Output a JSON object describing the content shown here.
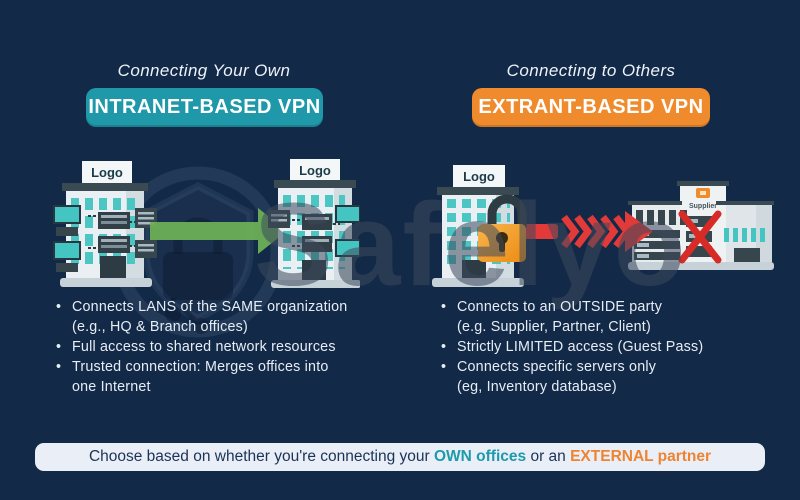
{
  "colors": {
    "background": "#132948",
    "teal_accent": "#1f98a9",
    "orange_accent": "#f08b2d",
    "green_arrow": "#6eb158",
    "red_arrow": "#e23a38",
    "banner_bg": "#e9eef7"
  },
  "watermark": {
    "text": "Safelyo"
  },
  "left": {
    "header": "Connecting Your Own",
    "button": "INTRANET-BASED VPN",
    "bullets": [
      [
        "Connects LANS of the SAME organization",
        "(e.g., HQ & Branch offices)"
      ],
      [
        "Full access to shared network resources"
      ],
      [
        "Trusted connection: Merges offices into",
        "one Internet"
      ]
    ]
  },
  "right": {
    "header": "Connecting to Others",
    "button": "EXTRANT-BASED VPN",
    "bullets": [
      [
        "Connects to an OUTSIDE party",
        "(e.g. Supplier, Partner, Client)"
      ],
      [
        "Strictly LIMITED access (Guest Pass)"
      ],
      [
        "Connects specific servers only",
        "(eg, Inventory database)"
      ]
    ]
  },
  "illustration": {
    "logo_label": "Logo",
    "supplier_label": "Supplier"
  },
  "footer": {
    "part1": "Choose based on whether you're connecting your ",
    "highlight_teal": "OWN offices",
    "part2": " or an ",
    "highlight_orange": "EXTERNAL partner"
  }
}
